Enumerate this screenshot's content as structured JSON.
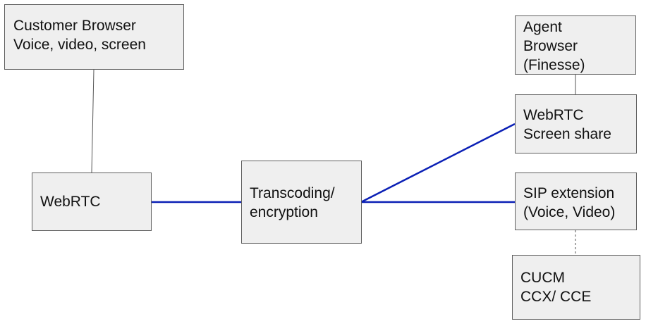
{
  "colors": {
    "node_fill": "#efefef",
    "node_border": "#5f5f5f",
    "media_link": "#0a1fb5",
    "control_link": "#555555"
  },
  "nodes": {
    "customer_browser": {
      "lines": [
        "Customer Browser",
        "Voice, video, screen"
      ]
    },
    "webrtc_left": {
      "lines": [
        "WebRTC"
      ]
    },
    "transcoding": {
      "lines": [
        "Transcoding/",
        "encryption"
      ]
    },
    "agent_browser": {
      "lines": [
        "Agent",
        "Browser",
        "(Finesse)"
      ]
    },
    "webrtc_screen": {
      "lines": [
        "WebRTC",
        "Screen share"
      ]
    },
    "sip_extension": {
      "lines": [
        "SIP extension",
        "(Voice, Video)"
      ]
    },
    "cucm": {
      "lines": [
        "CUCM",
        "CCX/ CCE"
      ]
    }
  },
  "edges": [
    {
      "from": "customer_browser",
      "to": "webrtc_left",
      "style": "solid-gray"
    },
    {
      "from": "webrtc_left",
      "to": "transcoding",
      "style": "solid-blue"
    },
    {
      "from": "transcoding",
      "to": "webrtc_screen",
      "style": "solid-blue"
    },
    {
      "from": "transcoding",
      "to": "sip_extension",
      "style": "solid-blue"
    },
    {
      "from": "agent_browser",
      "to": "webrtc_screen",
      "style": "solid-gray"
    },
    {
      "from": "sip_extension",
      "to": "cucm",
      "style": "dashed-gray"
    }
  ]
}
